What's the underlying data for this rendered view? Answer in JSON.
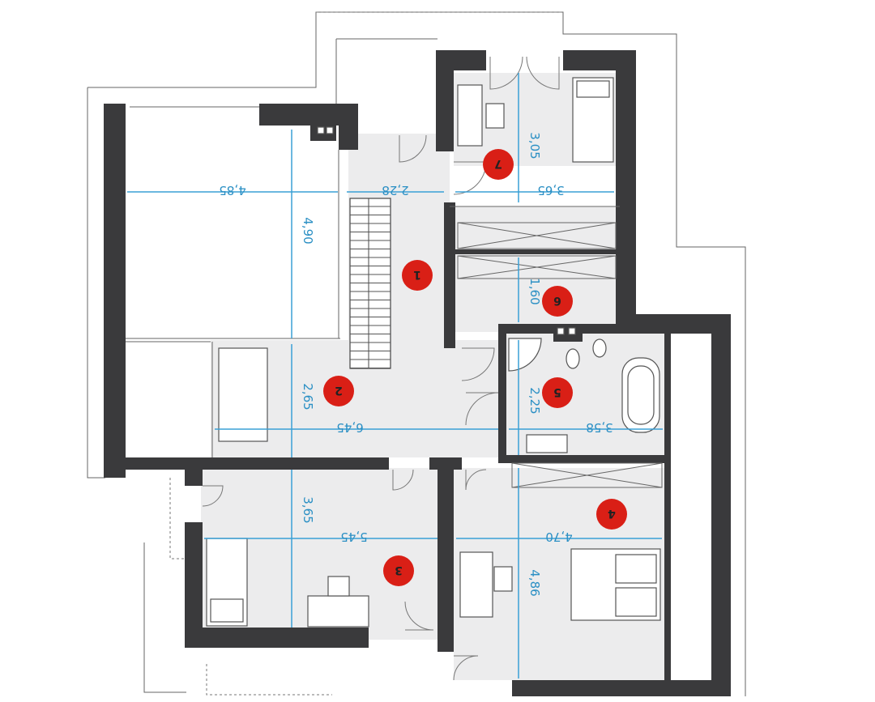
{
  "colors": {
    "wall": "#3a3a3c",
    "floor": "#ececed",
    "dimension": "#3aa0d6",
    "room_marker": "#d91f16"
  },
  "room_markers": [
    {
      "id": "room-1",
      "label": "1"
    },
    {
      "id": "room-2",
      "label": "2"
    },
    {
      "id": "room-3",
      "label": "3"
    },
    {
      "id": "room-4",
      "label": "4"
    },
    {
      "id": "room-5",
      "label": "5"
    },
    {
      "id": "room-6",
      "label": "6"
    },
    {
      "id": "room-7",
      "label": "7"
    }
  ],
  "dimensions": [
    {
      "id": "dim-4-85",
      "value": "4,85"
    },
    {
      "id": "dim-2-28",
      "value": "2,28"
    },
    {
      "id": "dim-3-65",
      "value": "3,65"
    },
    {
      "id": "dim-4-90",
      "value": "4,90"
    },
    {
      "id": "dim-1-60",
      "value": "1,60"
    },
    {
      "id": "dim-3-05",
      "value": "3,05"
    },
    {
      "id": "dim-2-65-hall",
      "value": "2,65"
    },
    {
      "id": "dim-6-45",
      "value": "6,45"
    },
    {
      "id": "dim-3-58",
      "value": "3,58"
    },
    {
      "id": "dim-2-25",
      "value": "2,25"
    },
    {
      "id": "dim-3-65-room3",
      "value": "3,65"
    },
    {
      "id": "dim-5-45",
      "value": "5,45"
    },
    {
      "id": "dim-4-70",
      "value": "4,70"
    },
    {
      "id": "dim-4-86",
      "value": "4,86"
    }
  ]
}
